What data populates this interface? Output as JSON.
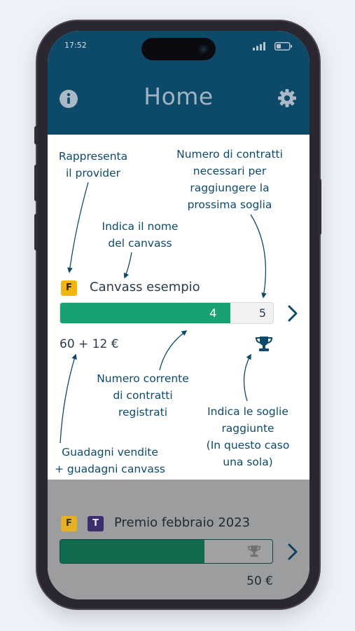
{
  "status_bar": {
    "time": "17:52"
  },
  "header": {
    "title": "Home"
  },
  "annotations": {
    "provider": [
      "Rappresenta",
      "il provider"
    ],
    "canvass_name": [
      "Indica il nome",
      "del canvass"
    ],
    "contracts_needed": [
      "Numero di contratti",
      "necessari per",
      "raggiungere la",
      "prossima soglia"
    ],
    "current_contracts": [
      "Numero corrente",
      "di contratti",
      "registrati"
    ],
    "thresholds": [
      "Indica le soglie",
      "raggiunte",
      "(In questo caso",
      "una sola)"
    ],
    "earnings": [
      "Guadagni vendite",
      "+ guadagni canvass"
    ]
  },
  "canvass_card": {
    "provider_badge": "F",
    "name": "Canvass esempio",
    "progress_current": "4",
    "progress_target": "5",
    "progress_fraction": 0.8,
    "earnings": "60 + 12 €"
  },
  "second_card": {
    "provider_badge": "F",
    "type_badge": "T",
    "name": "Premio febbraio 2023",
    "progress_fraction": 0.68,
    "earnings": "50 €"
  },
  "colors": {
    "header": "#0d4a6a",
    "progress": "#17a174",
    "annotation": "#0d4a6a",
    "provider_badge": "#f2b50f",
    "type_badge": "#3c2e6a"
  },
  "icons": [
    "info-icon",
    "gear-icon",
    "trophy-icon",
    "chevron-right-icon",
    "signal-icon",
    "battery-icon"
  ]
}
